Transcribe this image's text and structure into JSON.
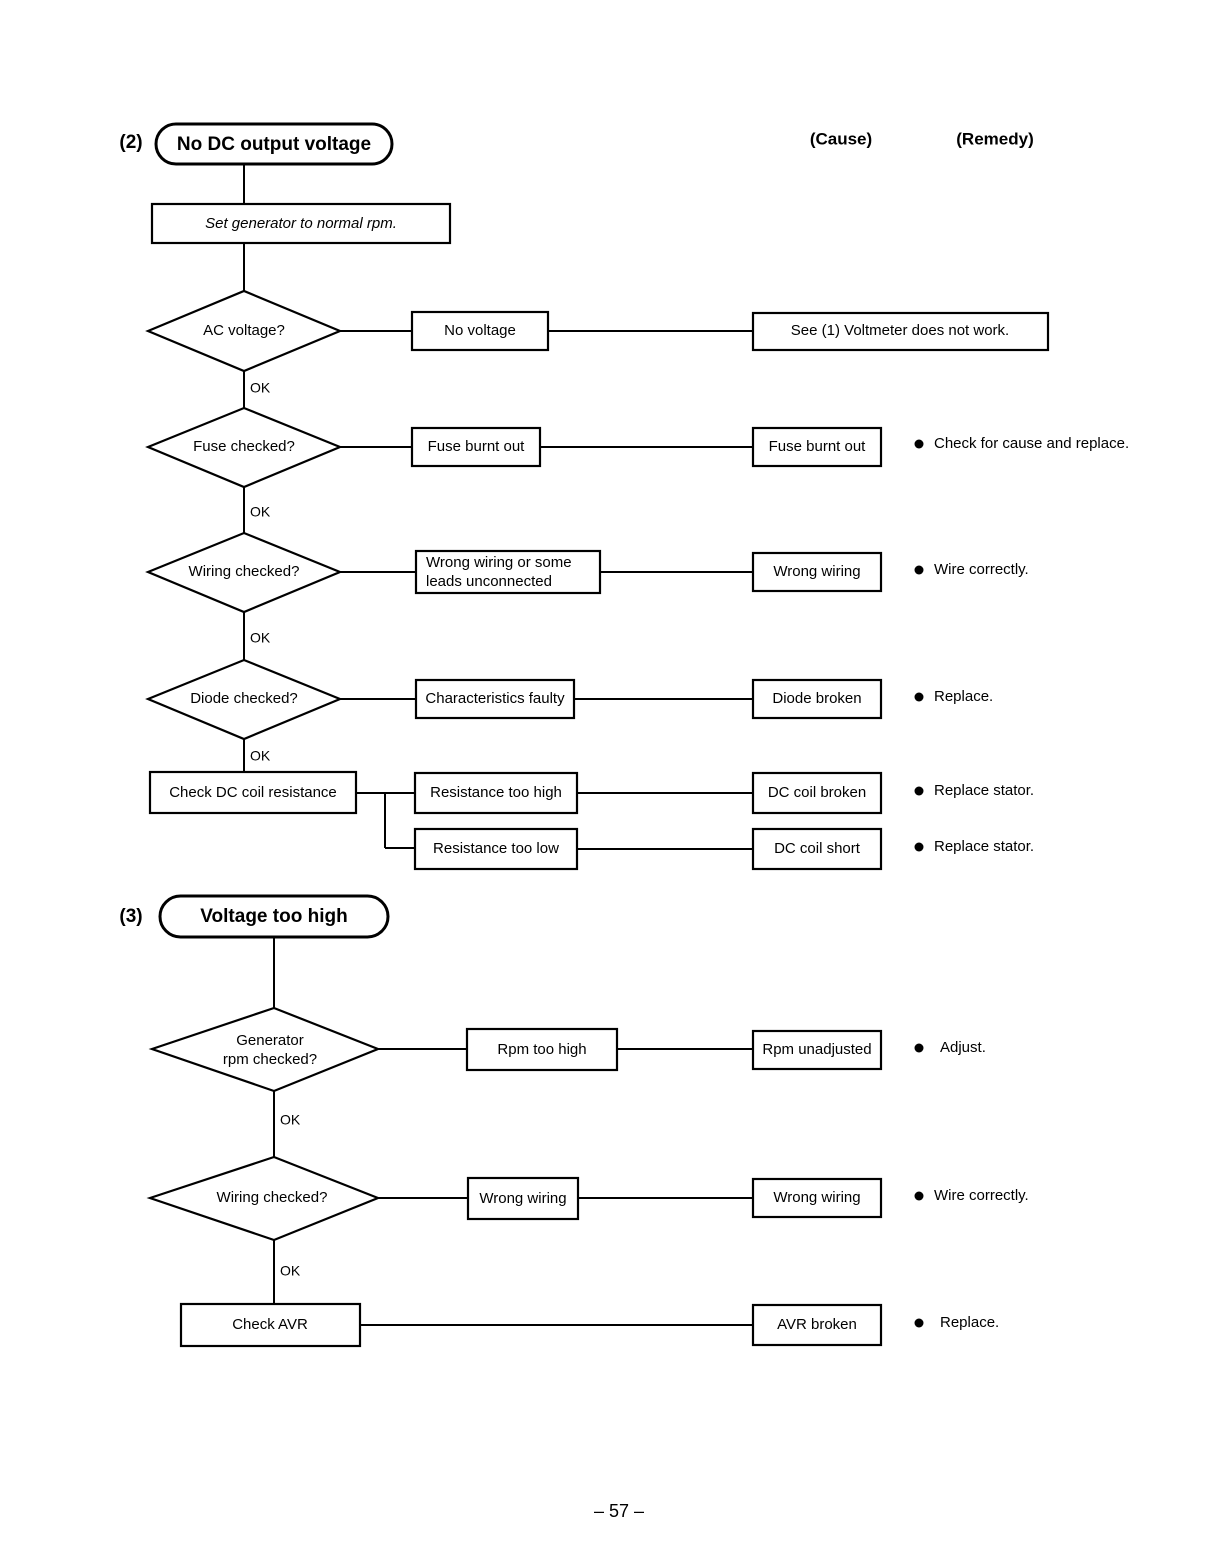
{
  "page": {
    "page_number": "– 57 –",
    "ink_color": "#000000",
    "background_color": "#ffffff"
  },
  "columns": {
    "cause_header": "(Cause)",
    "remedy_header": "(Remedy)"
  },
  "labels": {
    "ok": "OK"
  },
  "sections": [
    {
      "number": "(2)",
      "title": "No DC output voltage",
      "process_first": "Set generator to normal rpm.",
      "rows": [
        {
          "decision": "AC voltage?",
          "cause": "No voltage",
          "remedy_box": "See (1) Voltmeter does not work.",
          "remedy_text": "",
          "ok_label": "OK"
        },
        {
          "decision": "Fuse checked?",
          "cause": "Fuse burnt out",
          "remedy_box": "Fuse burnt out",
          "remedy_text": "Check for cause and replace.",
          "ok_label": "OK"
        },
        {
          "decision": "Wiring checked?",
          "cause_line1": "Wrong wiring or some",
          "cause_line2": "leads unconnected",
          "remedy_box": "Wrong wiring",
          "remedy_text": "Wire correctly.",
          "ok_label": "OK"
        },
        {
          "decision": "Diode checked?",
          "cause": "Characteristics faulty",
          "remedy_box": "Diode broken",
          "remedy_text": "Replace.",
          "ok_label": "OK"
        }
      ],
      "final_process": "Check DC coil resistance",
      "final_branches": [
        {
          "cause": "Resistance too high",
          "remedy_box": "DC coil broken",
          "remedy_text": "Replace stator."
        },
        {
          "cause": "Resistance too low",
          "remedy_box": "DC coil short",
          "remedy_text": "Replace stator."
        }
      ]
    },
    {
      "number": "(3)",
      "title": "Voltage too high",
      "rows": [
        {
          "decision_line1": "Generator",
          "decision_line2": "rpm checked?",
          "cause": "Rpm too high",
          "remedy_box": "Rpm unadjusted",
          "remedy_text": "Adjust.",
          "ok_label": "OK"
        },
        {
          "decision": "Wiring checked?",
          "cause": "Wrong wiring",
          "remedy_box": "Wrong wiring",
          "remedy_text": "Wire correctly.",
          "ok_label": "OK"
        }
      ],
      "final_process": "Check AVR",
      "final_remedy_box": "AVR broken",
      "final_remedy_text": "Replace."
    }
  ]
}
